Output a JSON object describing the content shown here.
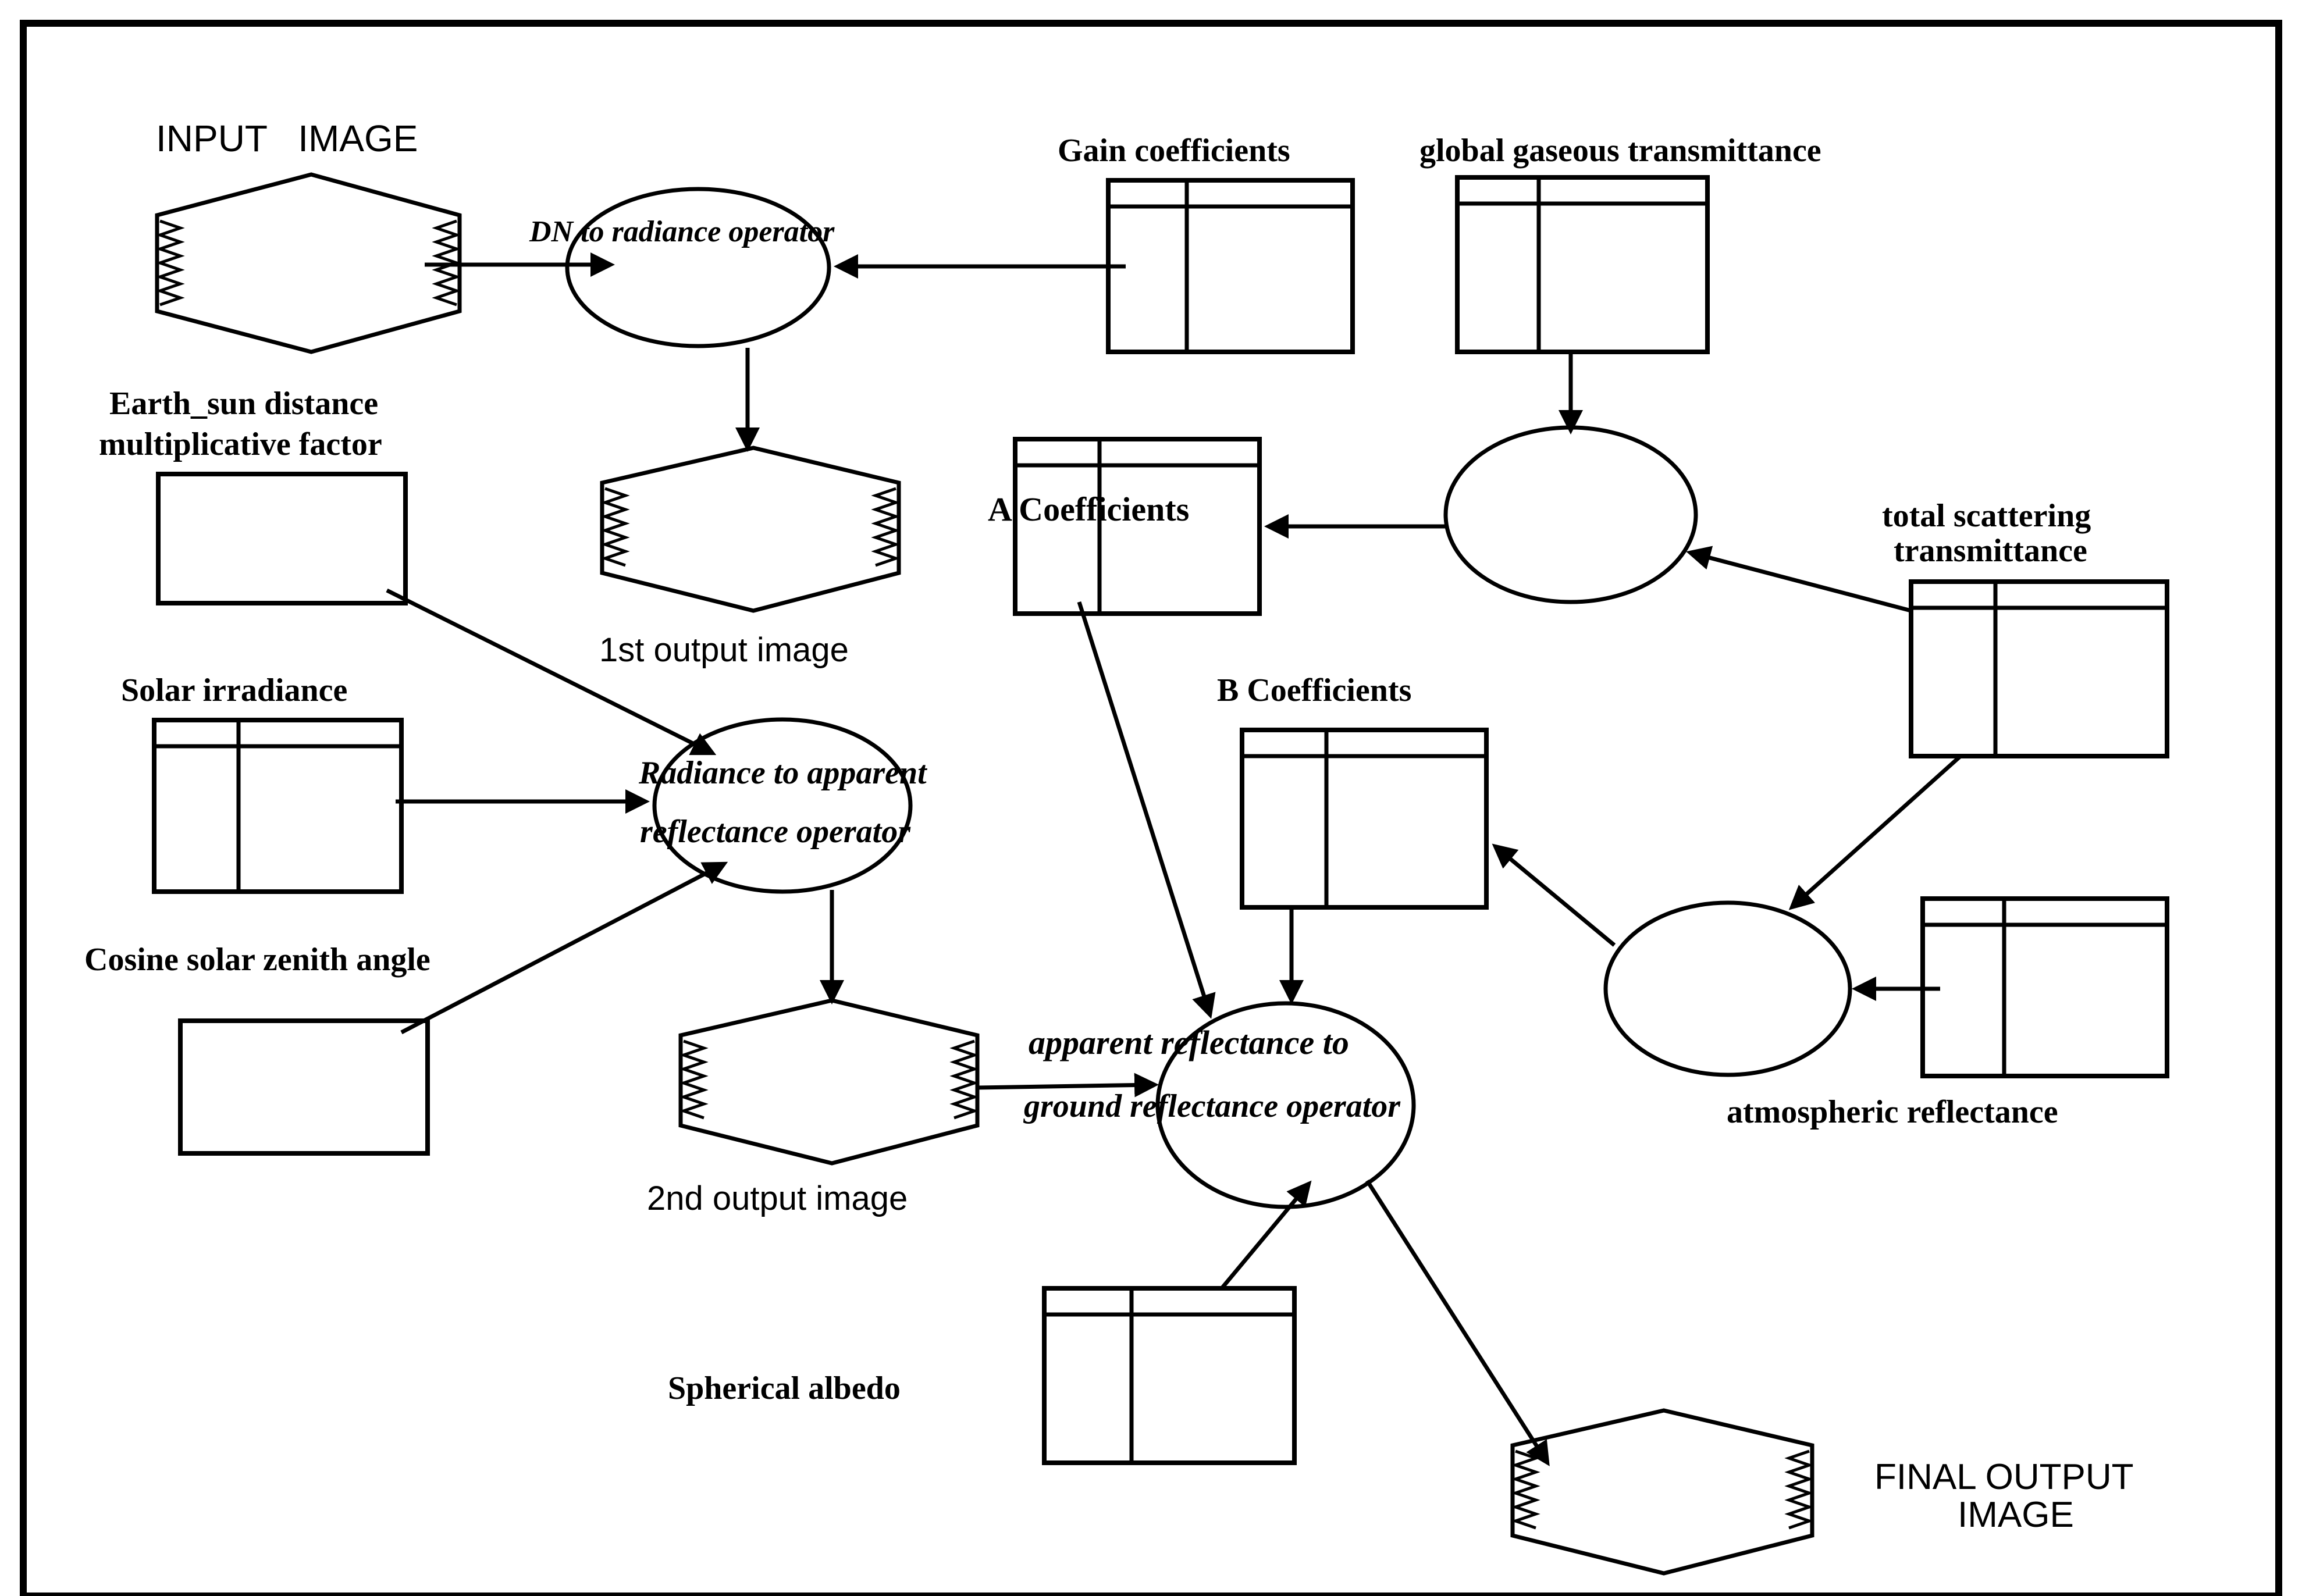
{
  "nodes": {
    "input_image": "INPUT   IMAGE",
    "gain_coefficients": "Gain coefficients",
    "global_gaseous_transmittance": "global gaseous transmittance",
    "dn_to_radiance_operator": "DN to radiance operator",
    "earth_sun_distance_line1": "Earth_sun distance",
    "earth_sun_distance_line2": "multiplicative factor",
    "first_output_image": "1st output image",
    "a_coefficients": "A Coefficients",
    "total_scattering_line1": "total scattering",
    "total_scattering_line2": "transmittance",
    "solar_irradiance": "Solar irradiance",
    "b_coefficients": "B Coefficients",
    "radiance_operator_line1": "Radiance to apparent",
    "radiance_operator_line2": "reflectance operator",
    "cosine_solar_zenith": "Cosine solar zenith angle",
    "apparent_operator_line1": "apparent reflectance to",
    "apparent_operator_line2": "ground reflectance operator",
    "atmospheric_reflectance": "atmospheric reflectance",
    "second_output_image": "2nd output image",
    "spherical_albedo": "Spherical albedo",
    "final_output_line1": "FINAL OUTPUT",
    "final_output_line2": "IMAGE"
  }
}
